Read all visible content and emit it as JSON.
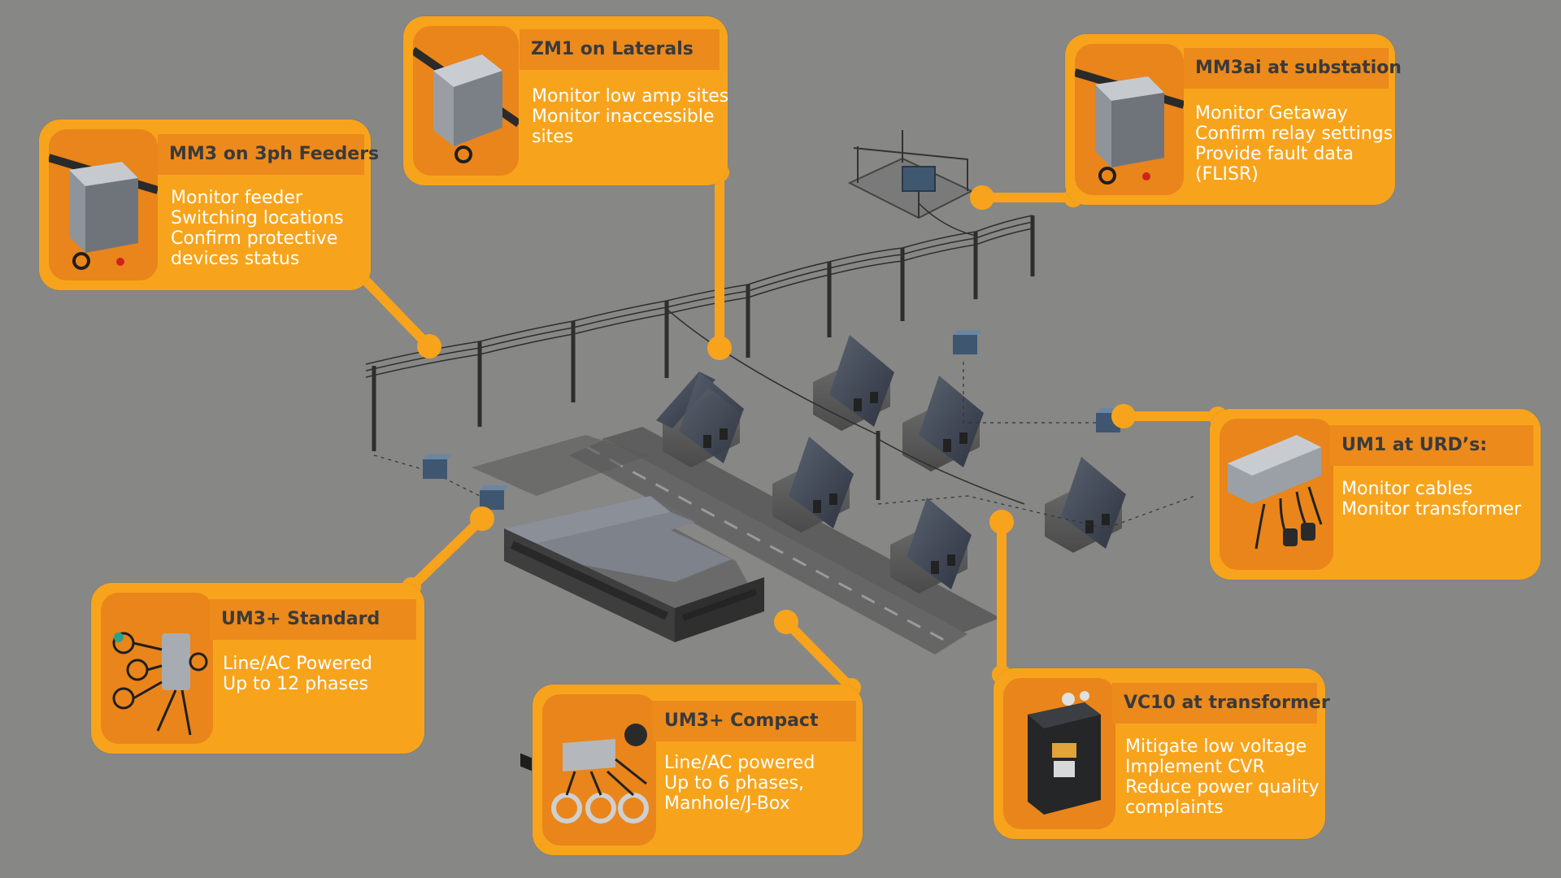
{
  "colors": {
    "background": "#878785",
    "callout": "#f7a41c",
    "callout_title_band": "#ec8a1c",
    "image_panel": "#e9851a",
    "title_text": "#3a3a3a",
    "body_text": "#ffffff"
  },
  "callouts": {
    "zm1": {
      "title": "ZM1 on Laterals",
      "lines": [
        "Monitor low amp sites",
        "Monitor inaccessible",
        "sites"
      ],
      "device_icon": "line-sensor-device"
    },
    "mm3": {
      "title": "MM3 on 3ph Feeders",
      "lines": [
        "Monitor feeder",
        "Switching locations",
        "Confirm protective",
        "devices status"
      ],
      "device_icon": "line-sensor-device"
    },
    "mm3ai": {
      "title": "MM3ai at substation",
      "lines": [
        "Monitor Getaway",
        "Confirm relay settings",
        "Provide fault data",
        "(FLISR)"
      ],
      "device_icon": "line-sensor-device"
    },
    "um1": {
      "title": "UM1 at URD’s:",
      "lines": [
        "Monitor cables",
        "Monitor transformer"
      ],
      "device_icon": "underground-monitor-device"
    },
    "um3std": {
      "title": "UM3+ Standard",
      "lines": [
        "Line/AC Powered",
        "Up to 12 phases"
      ],
      "device_icon": "underground-monitor-device"
    },
    "um3compact": {
      "title": "UM3+ Compact",
      "lines": [
        "Line/AC powered",
        "Up to 6 phases,",
        "Manhole/J-Box"
      ],
      "device_icon": "underground-monitor-device"
    },
    "vc10": {
      "title": "VC10 at transformer",
      "lines": [
        "Mitigate low voltage",
        "Implement CVR",
        "Reduce power quality",
        "complaints"
      ],
      "device_icon": "voltage-regulator-device"
    }
  }
}
